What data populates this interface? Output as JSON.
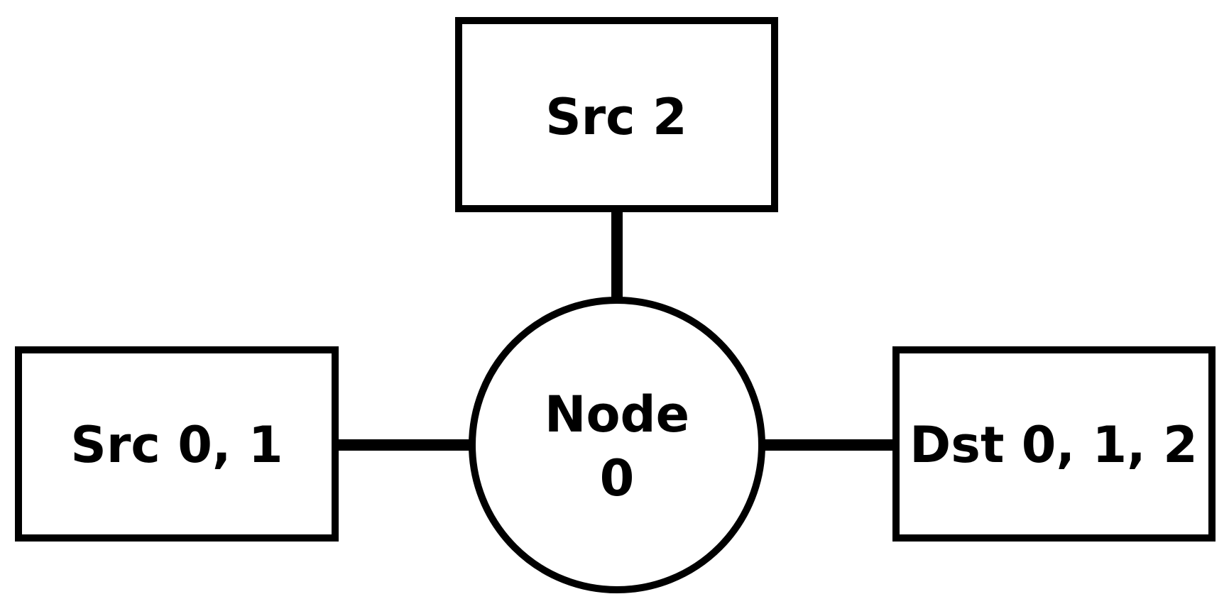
{
  "diagram": {
    "src2": {
      "label": "Src 2"
    },
    "src01": {
      "label": "Src 0, 1"
    },
    "dst012": {
      "label": "Dst 0, 1, 2"
    },
    "node0": {
      "line1": "Node",
      "line2": "0"
    }
  },
  "colors": {
    "stroke": "#000000",
    "fill": "#ffffff",
    "background": "#ffffff"
  }
}
